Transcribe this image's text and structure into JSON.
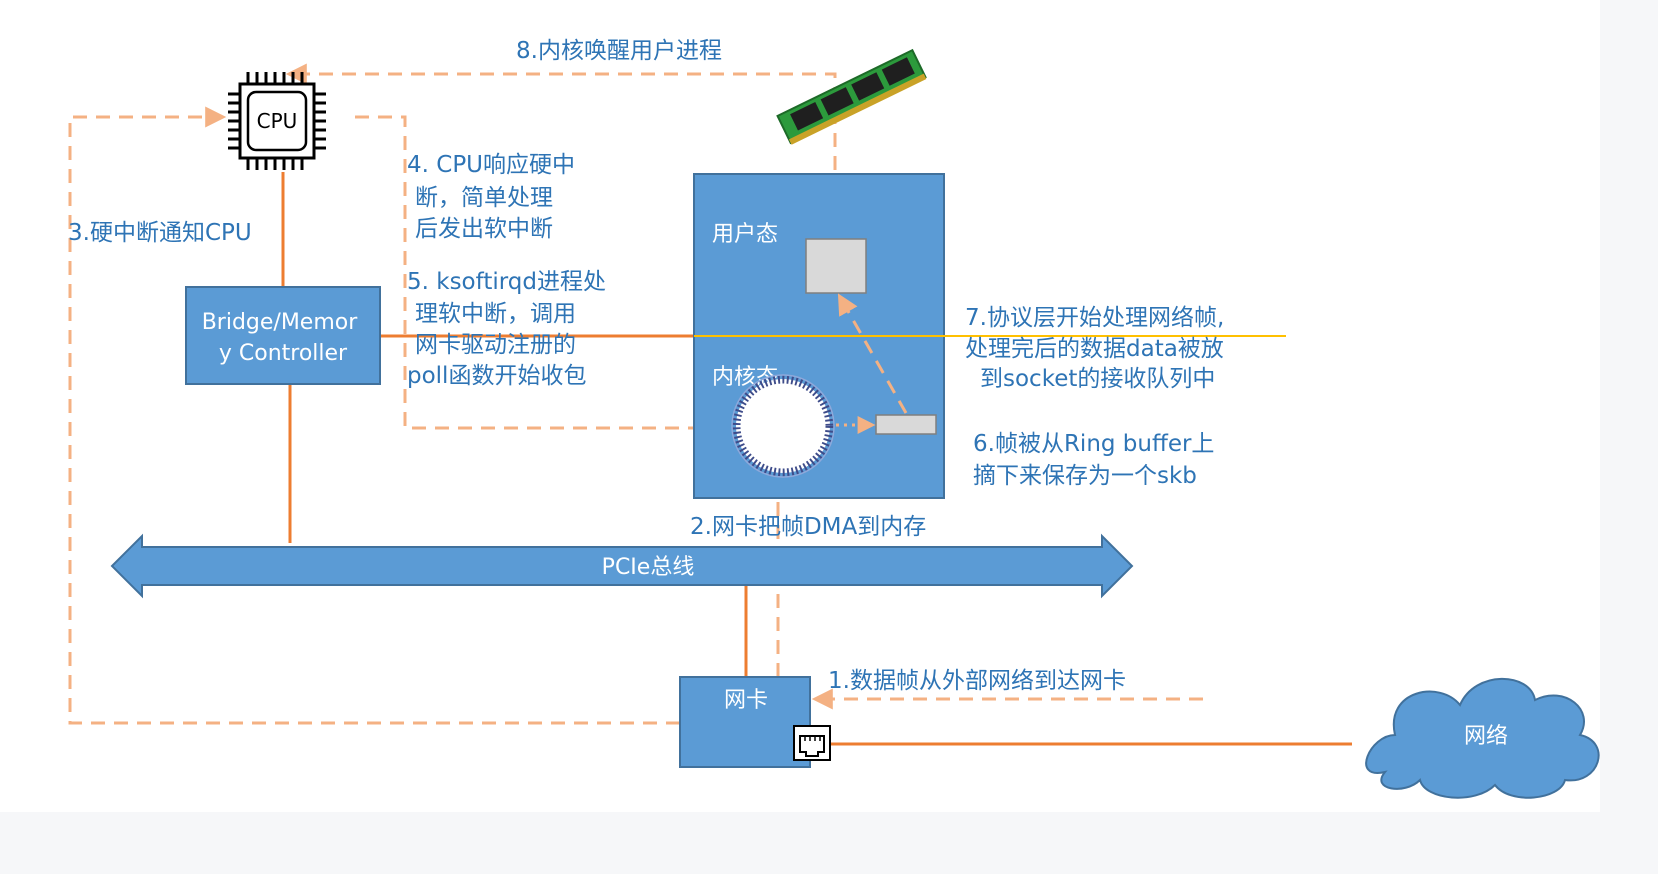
{
  "diagram": {
    "cpu_label": "CPU",
    "bridge_label_lines": [
      "Bridge/Memor",
      "y Controller"
    ],
    "user_space_label": "用户态",
    "kernel_space_label": "内核态",
    "nic_label": "网卡",
    "bus_label": "PCIe总线",
    "network_label": "网络",
    "steps": {
      "s1": "1.数据帧从外部网络到达网卡",
      "s2": "2.网卡把帧DMA到内存",
      "s3": "3.硬中断通知CPU",
      "s4_lines": [
        "4. CPU响应硬中",
        "断，简单处理",
        "后发出软中断"
      ],
      "s5_lines": [
        "5. ksoftirqd进程处",
        "理软中断，调用",
        "网卡驱动注册的",
        "poll函数开始收包"
      ],
      "s6_lines": [
        "6.帧被从Ring buffer上",
        "摘下来保存为一个skb"
      ],
      "s7_lines": [
        "7.协议层开始处理网络帧,",
        "处理完后的数据data被放",
        "到socket的接收队列中"
      ],
      "s8": "8.内核唤醒用户进程"
    },
    "colors": {
      "box_blue": "#5b9bd5",
      "box_border": "#41719c",
      "orange": "#ed7d31",
      "dash_orange": "#f4b183",
      "text_blue": "#2e74b5",
      "divider": "#ffc000"
    }
  }
}
